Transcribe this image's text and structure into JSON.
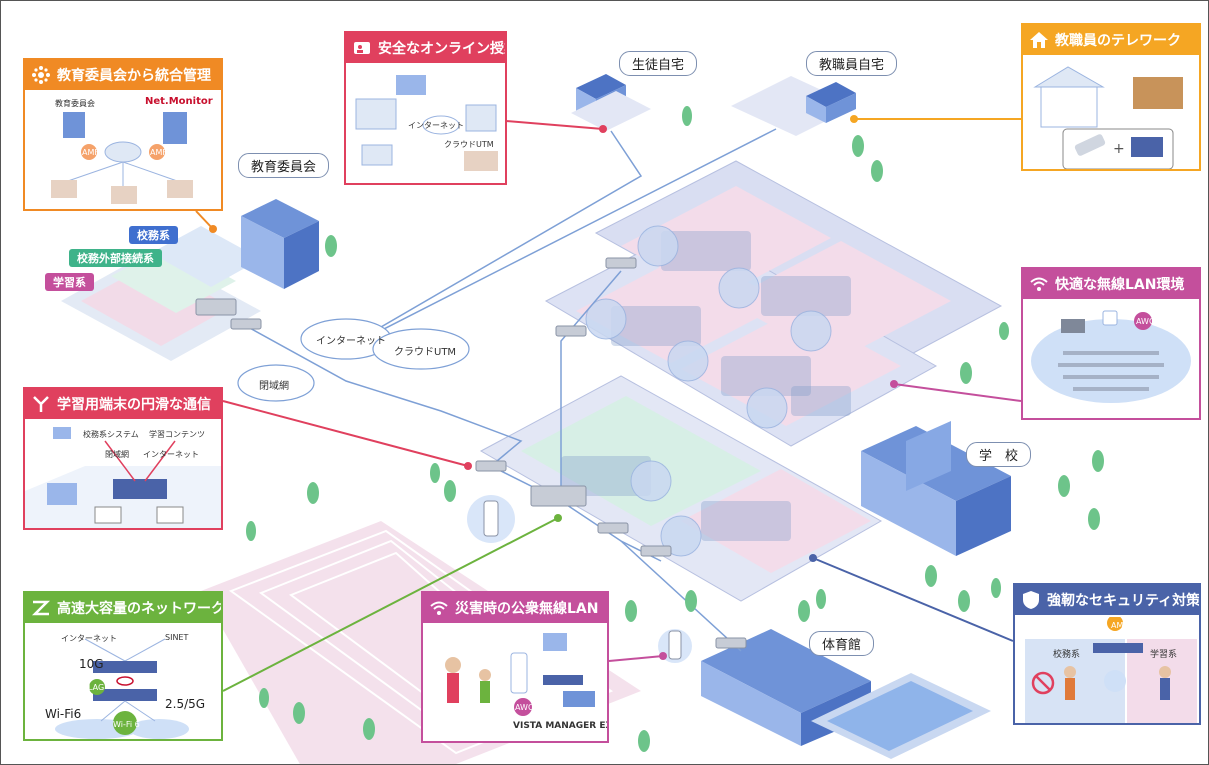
{
  "panels": {
    "board": {
      "title": "教育委員会から統合管理",
      "color": "#f08a24",
      "left_label": "教育委員会",
      "right_label": "Net.Monitor",
      "amf": "AMF"
    },
    "online": {
      "title": "安全なオンライン授業",
      "color": "#e0405e",
      "internet": "インターネット",
      "utm": "クラウドUTM"
    },
    "telework": {
      "title": "教職員のテレワーク",
      "color": "#f5a623"
    },
    "wifi": {
      "title": "快適な無線LAN環境",
      "color": "#c44f9c",
      "awc": "AWC"
    },
    "learning": {
      "title": "学習用端末の円滑な通信",
      "color": "#e0405e",
      "system": "校務系システム",
      "contents": "学習コンテンツ",
      "closed": "閉域網",
      "internet": "インターネット"
    },
    "network": {
      "title": "高速大容量のネットワーク",
      "color": "#6cb33e",
      "internet": "インターネット",
      "sinet": "SINET",
      "speed1": "10G",
      "lag": "LAG",
      "speed2": "2.5/5G",
      "wifi6": "Wi-Fi6",
      "wifi6_badge": "Wi-Fi 6"
    },
    "disaster": {
      "title": "災害時の公衆無線LAN",
      "color": "#c44f9c",
      "awc": "AWC",
      "brand": "VISTA MANAGER EX"
    },
    "security": {
      "title": "強靭なセキュリティ対策",
      "color": "#4a63a8",
      "amf": "AMF",
      "left": "校務系",
      "right": "学習系"
    }
  },
  "scene": {
    "board_building": "教育委員会",
    "student_home": "生徒自宅",
    "staff_home": "教職員自宅",
    "school": "学　校",
    "gym": "体育館",
    "internet_cloud": "インターネット",
    "utm_cloud": "クラウドUTM",
    "closed_cloud": "閉域網",
    "tag_admin": "校務系",
    "tag_external": "校務外部接続系",
    "tag_learning": "学習系"
  },
  "colors": {
    "orange": "#f08a24",
    "red": "#e0405e",
    "yellow": "#f5a623",
    "magenta": "#c44f9c",
    "green": "#6cb33e",
    "blue": "#4a63a8"
  }
}
